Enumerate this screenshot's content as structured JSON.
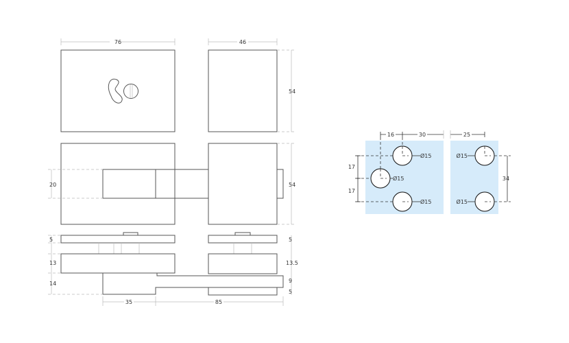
{
  "top_view": {
    "width_left": "76",
    "width_right": "46",
    "height": "54"
  },
  "front_view": {
    "center_height": "20",
    "height": "54"
  },
  "side_view": {
    "plate_left": "5",
    "plate_right": "5",
    "body_left": "13",
    "body_right": "13.5",
    "lower_left": "14",
    "arm": "9",
    "lower_plate": "5",
    "len_a": "35",
    "len_b": "85"
  },
  "glass_drilling": {
    "offset_x": "16",
    "spacing_x": "30",
    "spacing_y_a": "17",
    "spacing_y_b": "17",
    "edge_right": "25",
    "spacing_right": "34",
    "hole_label": "Ø15"
  },
  "colors": {
    "glass": "#d6ebfa"
  }
}
